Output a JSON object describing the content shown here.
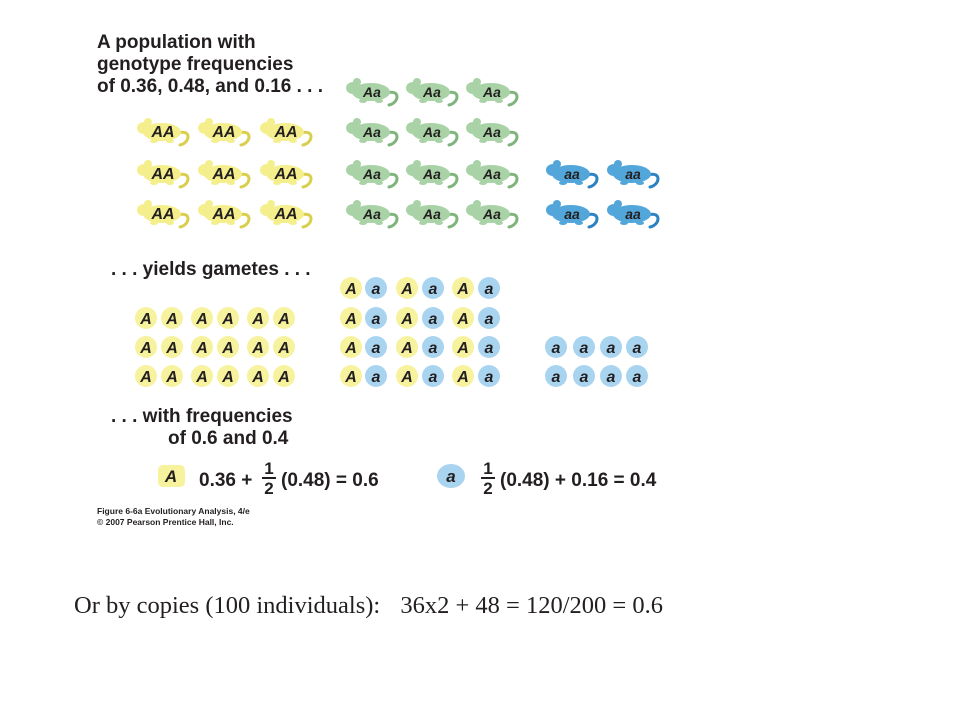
{
  "figure": {
    "heading_lines": [
      "A population with",
      "genotype frequencies",
      "of 0.36, 0.48, and 0.16 . . ."
    ],
    "gametes_heading": ". . . yields gametes . . .",
    "freq_heading_lines": [
      ". . . with frequencies",
      "of 0.6 and 0.4"
    ],
    "mouse_rows": [
      [
        "",
        "",
        "",
        "Aa",
        "Aa",
        "Aa",
        "",
        ""
      ],
      [
        "AA",
        "AA",
        "AA",
        "Aa",
        "Aa",
        "Aa",
        "",
        ""
      ],
      [
        "AA",
        "AA",
        "AA",
        "Aa",
        "Aa",
        "Aa",
        "aa",
        "aa"
      ],
      [
        "AA",
        "AA",
        "AA",
        "Aa",
        "Aa",
        "Aa",
        "aa",
        "aa"
      ]
    ],
    "gamete_rows": [
      [
        "",
        "",
        "",
        "",
        "",
        "",
        "A",
        "a",
        "A",
        "a",
        "A",
        "a",
        "",
        "",
        "",
        ""
      ],
      [
        "A",
        "A",
        "A",
        "A",
        "A",
        "A",
        "A",
        "a",
        "A",
        "a",
        "A",
        "a",
        "",
        "",
        "",
        ""
      ],
      [
        "A",
        "A",
        "A",
        "A",
        "A",
        "A",
        "A",
        "a",
        "A",
        "a",
        "A",
        "a",
        "a",
        "a",
        "a",
        "a"
      ],
      [
        "A",
        "A",
        "A",
        "A",
        "A",
        "A",
        "A",
        "a",
        "A",
        "a",
        "A",
        "a",
        "a",
        "a",
        "a",
        "a"
      ]
    ],
    "equation_A": {
      "allele": "A",
      "prefix": "0.36 +",
      "frac_num": "1",
      "frac_den": "2",
      "suffix": "(0.48) = 0.6"
    },
    "equation_a": {
      "allele": "a",
      "frac_num": "1",
      "frac_den": "2",
      "suffix": "(0.48) + 0.16 = 0.4"
    },
    "credit_lines": [
      "Figure 6-6a Evolutionary Analysis, 4/e",
      "© 2007 Pearson Prentice Hall, Inc."
    ],
    "colors": {
      "AA": "#f4ef8c",
      "Aa": "#a9d3a7",
      "aa": "#52a6d9",
      "allele_A": "#f7f29e",
      "allele_a": "#a9d4ef"
    }
  },
  "footer": {
    "label": "Or by copies (100 individuals):",
    "calculation": "36x2 + 48 = 120/200 = 0.6"
  }
}
